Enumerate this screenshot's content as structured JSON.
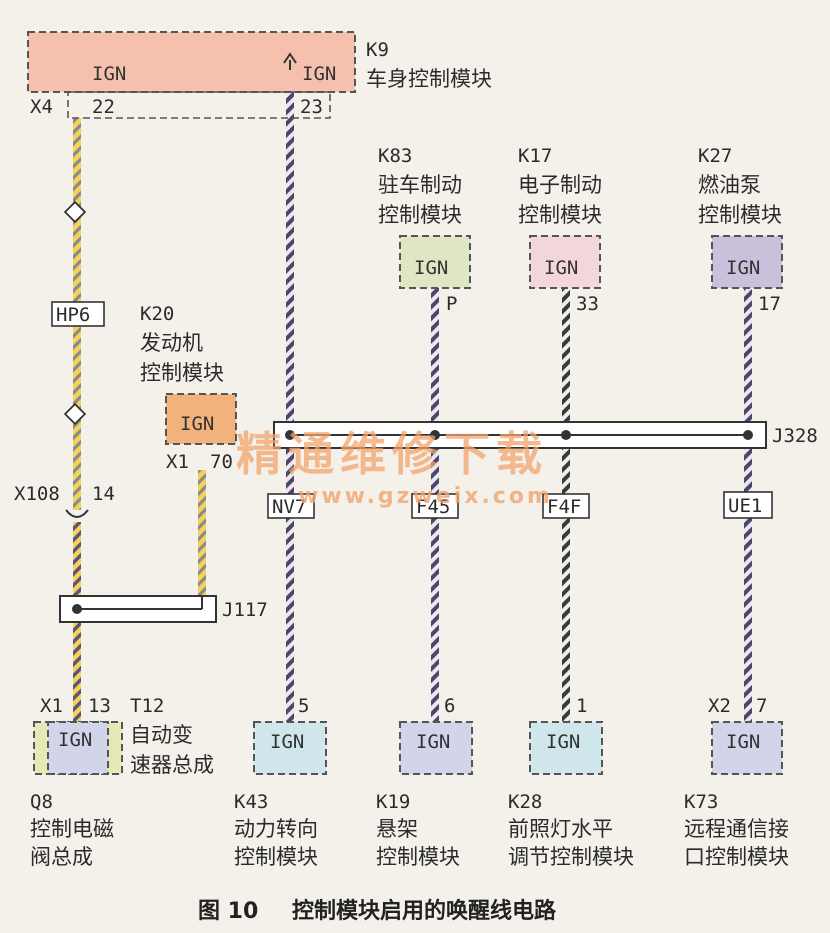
{
  "colors": {
    "bcm_fill": "#f5c0ae",
    "k83_fill": "#dfe6c4",
    "k17_fill": "#f3d6dc",
    "k27_fill": "#c9c1dc",
    "k20_fill": "#f1b27b",
    "bottom_fill": "#d2d4ea",
    "k43_fill": "#cfe6ea",
    "k28_fill": "#cfe6ea",
    "q8_fill": "#e5e9b8",
    "wire_yellow": "#f3d35a",
    "wire_purple": "#5e5478",
    "wire_dark": "#3d3d3d"
  },
  "top_module": {
    "code": "K9",
    "name": "车身控制模块",
    "pin_left": "IGN",
    "pin_right": "IGN",
    "connector": "X4",
    "pin22": "22",
    "pin23": "23"
  },
  "k83": {
    "code": "K83",
    "line1": "驻车制动",
    "line2": "控制模块",
    "pin": "IGN",
    "term": "P"
  },
  "k17": {
    "code": "K17",
    "line1": "电子制动",
    "line2": "控制模块",
    "pin": "IGN",
    "term": "33"
  },
  "k27": {
    "code": "K27",
    "line1": "燃油泵",
    "line2": "控制模块",
    "pin": "IGN",
    "term": "17"
  },
  "k20": {
    "code": "K20",
    "line1": "发动机",
    "line2": "控制模块",
    "pin": "IGN",
    "connector": "X1",
    "term": "70"
  },
  "hp6": "HP6",
  "x108": {
    "connector": "X108",
    "term": "14"
  },
  "j328": "J328",
  "j117": "J117",
  "splices": {
    "nv7": "NV7",
    "f45": "F45",
    "f4f": "F4F",
    "ue1": "UE1"
  },
  "t12": {
    "connector": "X1",
    "term": "13",
    "code": "T12",
    "line1": "自动变",
    "line2": "速器总成",
    "pin": "IGN"
  },
  "q8": {
    "code": "Q8",
    "line1": "控制电磁",
    "line2": "阀总成"
  },
  "k43": {
    "code": "K43",
    "line1": "动力转向",
    "line2": "控制模块",
    "pin": "IGN",
    "term": "5"
  },
  "k19": {
    "code": "K19",
    "line1": "悬架",
    "line2": "控制模块",
    "pin": "IGN",
    "term": "6"
  },
  "k28": {
    "code": "K28",
    "line1": "前照灯水平",
    "line2": "调节控制模块",
    "pin": "IGN",
    "term": "1"
  },
  "k73": {
    "code": "K73",
    "line1": "远程通信接",
    "line2": "口控制模块",
    "pin": "IGN",
    "connector": "X2",
    "term": "7"
  },
  "watermark": {
    "line1": "精通维修下载",
    "line2": "www.gzweix.com"
  },
  "caption": {
    "fig": "图 10",
    "title": "控制模块启用的唤醒线电路"
  }
}
